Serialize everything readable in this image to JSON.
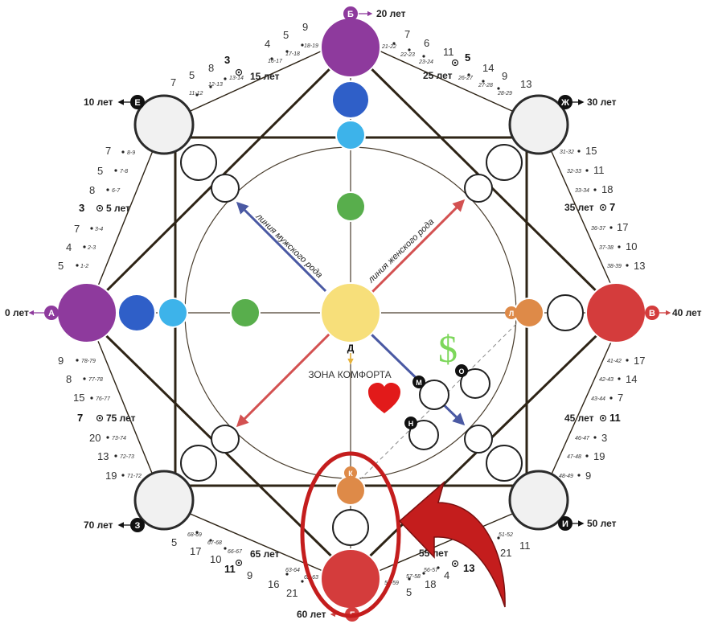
{
  "colors": {
    "purple": "#8e3a9d",
    "blue": "#2f5fc8",
    "light_blue": "#3db3ea",
    "green": "#58ae4c",
    "yellow": "#f7df7a",
    "red": "#d43c3c",
    "orange": "#de8a48",
    "white_circle": "#f1f1f1",
    "frame": "#2e2416",
    "male_arrow": "#4a59a3",
    "female_arrow": "#d35151",
    "dollar": "#7dd75b",
    "heart": "#e21a1a",
    "highlight": "#c41d1d"
  },
  "labels": {
    "comfort_zone": "ЗОНА КОМФОРТА",
    "male_line": "линия мужского рода",
    "female_line": "линия женского рода",
    "dollar": "$"
  },
  "points": {
    "A": {
      "letter": "А",
      "age": "0 лет"
    },
    "B": {
      "letter": "Б",
      "age": "20 лет"
    },
    "V": {
      "letter": "В",
      "age": "40 лет"
    },
    "G": {
      "letter": "Г",
      "age": "60 лет"
    },
    "D": {
      "letter": "Д"
    },
    "E": {
      "letter": "Е",
      "age": "10 лет"
    },
    "Zh": {
      "letter": "Ж",
      "age": "30 лет"
    },
    "I": {
      "letter": "И",
      "age": "50 лет"
    },
    "Z": {
      "letter": "З",
      "age": "70 лет"
    },
    "L": {
      "letter": "Л"
    },
    "K": {
      "letter": "К"
    },
    "M": {
      "letter": "М"
    },
    "N": {
      "letter": "Н"
    },
    "O": {
      "letter": "О"
    }
  },
  "mid_ages": {
    "a5": {
      "age": "5 лет",
      "value": "3"
    },
    "a15": {
      "age": "15 лет",
      "value": "3"
    },
    "a25": {
      "age": "25 лет",
      "value": "5"
    },
    "a35": {
      "age": "35 лет",
      "value": "7"
    },
    "a45": {
      "age": "45 лет",
      "value": "11"
    },
    "a55": {
      "age": "55 лет",
      "value": "13"
    },
    "a65": {
      "age": "65 лет",
      "value": "11"
    },
    "a75": {
      "age": "75 лет",
      "value": "7"
    }
  },
  "ranges": {
    "r1": "1-2",
    "r2": "2-3",
    "r3": "3-4",
    "r6": "6-7",
    "r7": "7-8",
    "r8": "8-9",
    "r11": "11-12",
    "r12": "12-13",
    "r13": "13-14",
    "r16": "16-17",
    "r17": "17-18",
    "r18": "18-19",
    "r21": "21-22",
    "r22": "22-23",
    "r23": "23-24",
    "r26": "26-27",
    "r27": "27-28",
    "r28": "28-29",
    "r31": "31-32",
    "r32": "32-33",
    "r33": "33-34",
    "r36": "36-37",
    "r37": "37-38",
    "r38": "38-39",
    "r41": "41-42",
    "r42": "42-43",
    "r43": "43-44",
    "r46": "46-47",
    "r47": "47-48",
    "r48": "48-49",
    "r51": "51-52",
    "r56": "56-57",
    "r57": "57-58",
    "r58": "58-59",
    "r62": "62-63",
    "r63": "63-64",
    "r66": "66-67",
    "r67": "67-68",
    "r68": "68-69",
    "r71": "71-72",
    "r72": "72-73",
    "r73": "73-74",
    "r76": "76-77",
    "r77": "77-78",
    "r78": "78-79"
  },
  "values": {
    "v1": "5",
    "v2": "4",
    "v3": "7",
    "v6": "8",
    "v7": "5",
    "v8": "7",
    "v11": "7",
    "v12": "5",
    "v13": "8",
    "v16": "4",
    "v17": "5",
    "v18": "9",
    "v21": "7",
    "v22": "6",
    "v23": "11",
    "v26": "14",
    "v27": "9",
    "v28": "13",
    "v31": "15",
    "v32": "11",
    "v33": "18",
    "v36": "17",
    "v37": "10",
    "v38": "13",
    "v41": "17",
    "v42": "14",
    "v43": "7",
    "v46": "3",
    "v47": "19",
    "v48": "9",
    "v51": "11",
    "v52": "21",
    "v56": "4",
    "v57": "18",
    "v58": "5",
    "v62": "21",
    "v63": "16",
    "v64": "9",
    "v66": "10",
    "v67": "17",
    "v68": "5",
    "v71": "19",
    "v72": "13",
    "v73": "20",
    "v76": "15",
    "v77": "8",
    "v78": "9"
  }
}
